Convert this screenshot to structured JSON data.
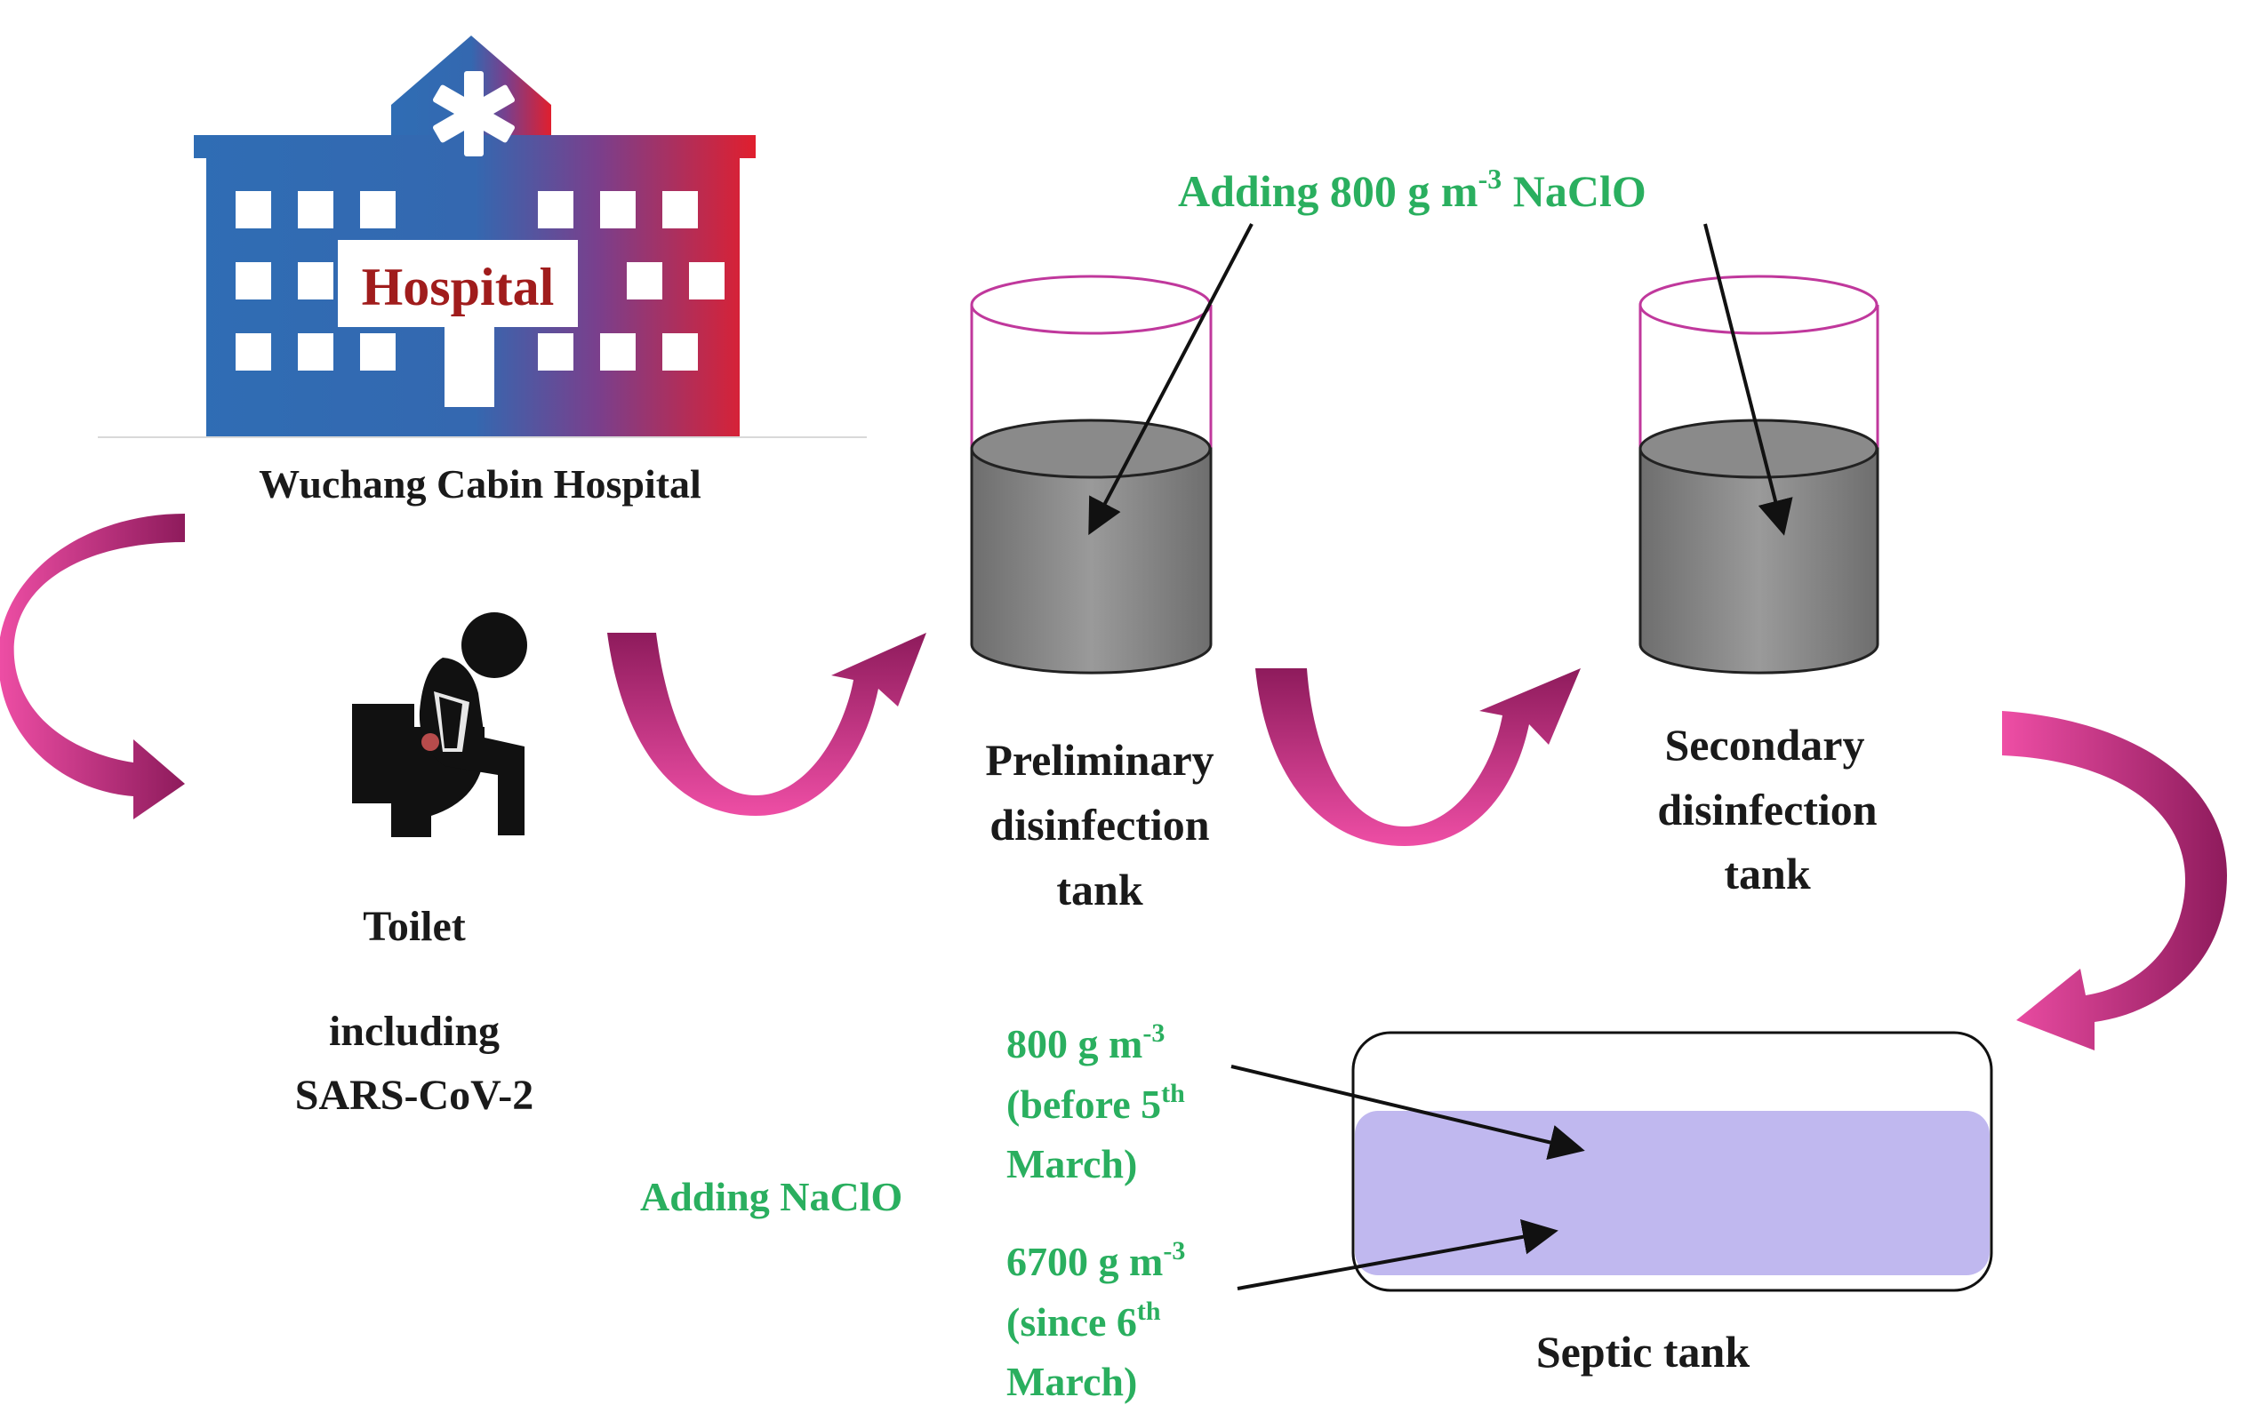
{
  "hospital": {
    "sign_label": "Hospital",
    "caption": "Wuchang Cabin Hospital"
  },
  "toilet": {
    "line1": "Toilet",
    "line2": "including",
    "line3": "SARS-CoV-2"
  },
  "preliminary_tank": {
    "line1": "Preliminary",
    "line2": "disinfection",
    "line3": "tank"
  },
  "secondary_tank": {
    "line1": "Secondary",
    "line2": "disinfection",
    "line3": "tank"
  },
  "top_dose": {
    "prefix": "Adding 800 g m",
    "exp": "-3",
    "suffix": " NaClO"
  },
  "septic": {
    "label": "Septic tank",
    "adding_label": "Adding NaClO",
    "dose1": {
      "value": "800 g m",
      "exp": "-3",
      "line2_prefix": "(before 5",
      "line2_sup": "th",
      "line3": "March)"
    },
    "dose2": {
      "value": "6700 g m",
      "exp": "-3",
      "line2_prefix": "(since 6",
      "line2_sup": "th",
      "line3": "March)"
    }
  },
  "colors": {
    "hospital_blue": "#2f6db4",
    "hospital_red": "#e01f2e",
    "sign_text": "#a01c1c",
    "arrow_magenta": "#e5449b",
    "arrow_dark": "#9c1f63",
    "dose_green": "#2aaf5f",
    "tank_liquid": "#8c8c8c",
    "tank_rim": "#c0389c",
    "septic_fill": "#c0b8ef"
  }
}
